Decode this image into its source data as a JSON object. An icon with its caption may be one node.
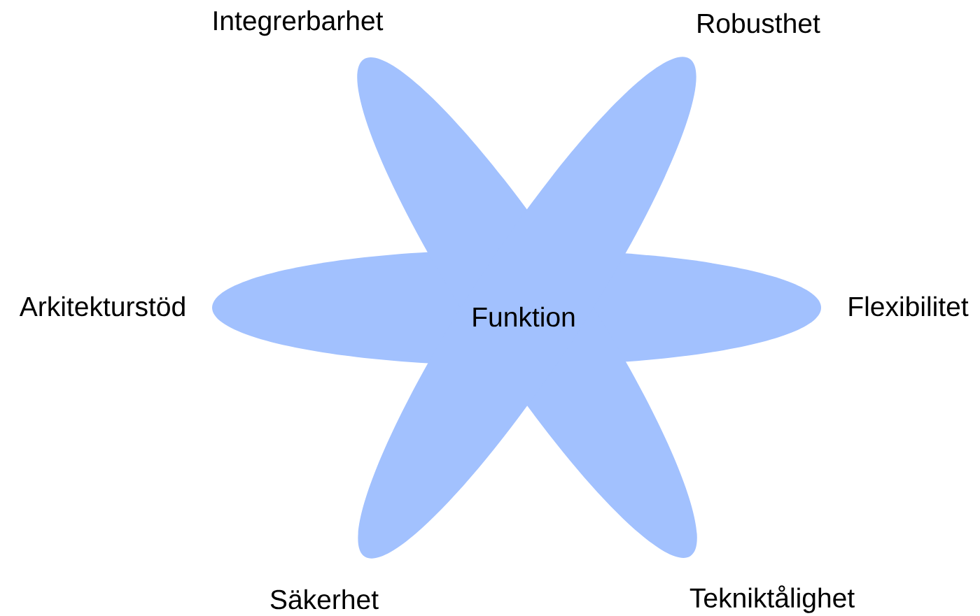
{
  "diagram": {
    "nodes": [
      {
        "text": [
          "Funktion"
        ]
      }
    ],
    "labels": [
      "Integrerbarhet",
      "Robusthet",
      "Arkitekturstöd",
      "Flexibilitet",
      "Säkerhet",
      "Tekniktålighet"
    ]
  }
}
